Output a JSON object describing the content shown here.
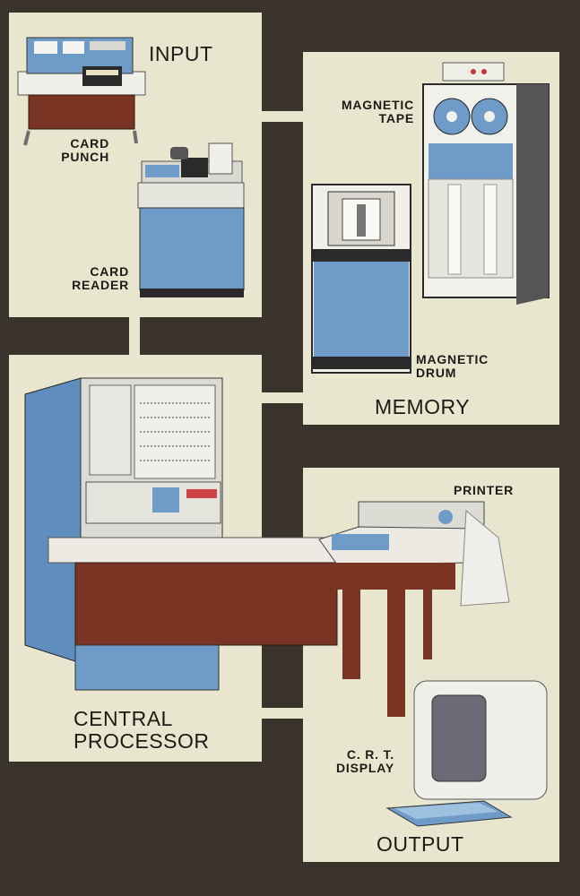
{
  "sections": {
    "input": "INPUT",
    "memory": "MEMORY",
    "central_processor": "CENTRAL\nPROCESSOR",
    "output": "OUTPUT"
  },
  "devices": {
    "card_punch": "CARD\nPUNCH",
    "card_reader": "CARD\nREADER",
    "magnetic_tape": "MAGNETIC\nTAPE",
    "magnetic_drum": "MAGNETIC\nDRUM",
    "printer": "PRINTER",
    "crt_display": "C. R. T.\nDISPLAY"
  },
  "colors": {
    "background": "#3a342c",
    "panel": "#e9e6cf",
    "machine_blue": "#6f9bc9",
    "wood": "#7a3424",
    "text": "#1e1a16"
  }
}
